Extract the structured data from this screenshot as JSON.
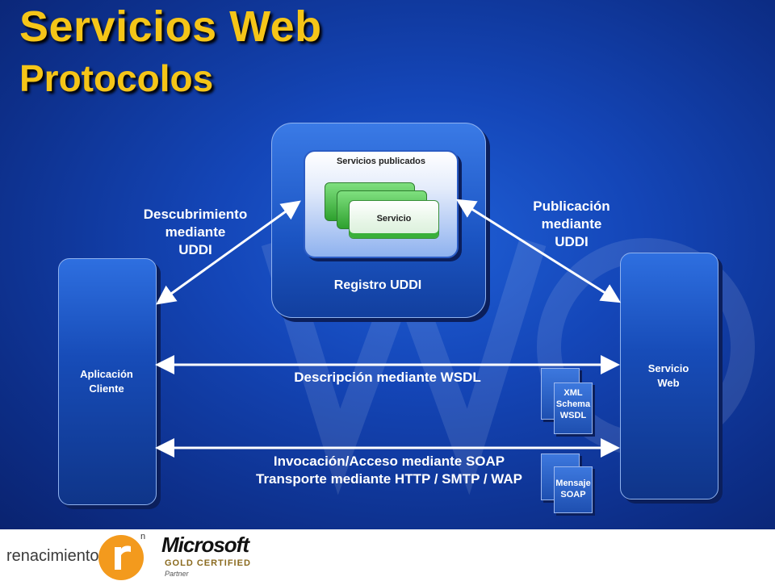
{
  "title": {
    "line1": "Servicios Web",
    "line2": "Protocolos"
  },
  "registry": {
    "inner_title": "Servicios publicados",
    "service_label": "Servicio",
    "label": "Registro UDDI"
  },
  "client": {
    "line1": "Aplicación",
    "line2": "Cliente"
  },
  "web_service": {
    "line1": "Servicio",
    "line2": "Web"
  },
  "discovery": {
    "line1": "Descubrimiento",
    "line2": "mediante",
    "line3": "UDDI"
  },
  "publication": {
    "line1": "Publicación",
    "line2": "mediante",
    "line3": "UDDI"
  },
  "wsdl_label": "Descripción mediante WSDL",
  "soap_label": {
    "line1": "Invocación/Acceso mediante SOAP",
    "line2": "Transporte mediante HTTP / SMTP / WAP"
  },
  "doc_xml": {
    "line1": "XML",
    "line2": "Schema",
    "line3": "WSDL"
  },
  "doc_soap": {
    "line1": "Mensaje",
    "line2": "SOAP"
  },
  "footer": {
    "renacimiento": "renacimiento",
    "microsoft": "Microsoft",
    "gold": "GOLD CERTIFIED",
    "partner": "Partner"
  }
}
